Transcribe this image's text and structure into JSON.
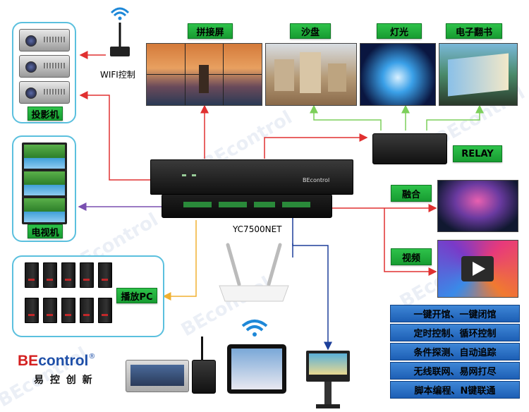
{
  "labels": {
    "projector": "投影机",
    "tv": "电视机",
    "pc": "播放PC",
    "wifi": "WIFI控制",
    "splice": "拼接屏",
    "sandtable": "沙盘",
    "lighting": "灯光",
    "ebook": "电子翻书",
    "relay": "RELAY",
    "fusion": "融合",
    "video": "视频",
    "device_model": "YC7500NET",
    "brand_front": "BEcontrol"
  },
  "features": [
    "一键开馆、一键闭馆",
    "定时控制、循环控制",
    "条件探测、自动追踪",
    "无线联网、易网打尽",
    "脚本编程、N键联通"
  ],
  "logo": {
    "text_be": "BE",
    "text_control": "control",
    "registered": "®",
    "subtitle": "易 控 创 新"
  },
  "watermark": "BEcontrol",
  "colors": {
    "panel_border": "#5bc0de",
    "green_label": "#2ec24a",
    "blue_box": "#2a6fc5",
    "arrow_red": "#e03030",
    "arrow_green": "#7ccf5a",
    "arrow_purple": "#7a4fb0",
    "arrow_yellow": "#f0b030",
    "arrow_blue": "#1d3f9a"
  }
}
